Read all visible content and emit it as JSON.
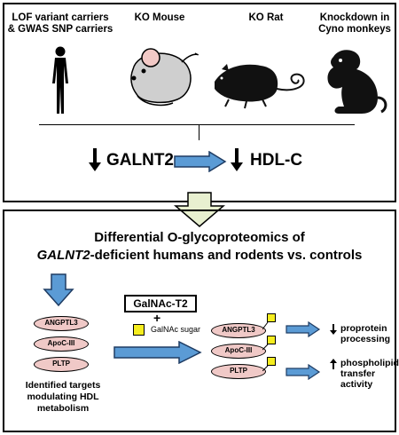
{
  "top_panel": {
    "organisms": [
      {
        "label": "LOF variant carriers\n& GWAS SNP carriers",
        "icon": "human-icon"
      },
      {
        "label": "KO Mouse",
        "icon": "mouse-icon"
      },
      {
        "label": "KO Rat",
        "icon": "rat-icon"
      },
      {
        "label": "Knockdown in\nCyno monkeys",
        "icon": "monkey-icon"
      }
    ],
    "gene": "GALNT2",
    "phenotype": "HDL-C"
  },
  "bottom_panel": {
    "title_line1": "Differential O-glycoproteomics of",
    "title_gene": "GALNT2",
    "title_line2_rest": "-deficient humans and rodents vs. controls",
    "enzyme": "GalNAc-T2",
    "plus": "+",
    "sugar_label": "GalNAc sugar",
    "targets": [
      "ANGPTL3",
      "ApoC-III",
      "PLTP"
    ],
    "targets_caption": "Identified targets\nmodulating HDL metabolism",
    "effect_1": "proprotein\nprocessing",
    "effect_2": "phospholipid\ntransfer activity"
  },
  "colors": {
    "arrow_blue": "#5b9bd5",
    "arrow_outline": "#1f3c63",
    "pill_fill": "#f0c9c7",
    "sugar_yellow": "#f5ed1f",
    "hollow_arrow_fill": "#e8f0d0"
  }
}
